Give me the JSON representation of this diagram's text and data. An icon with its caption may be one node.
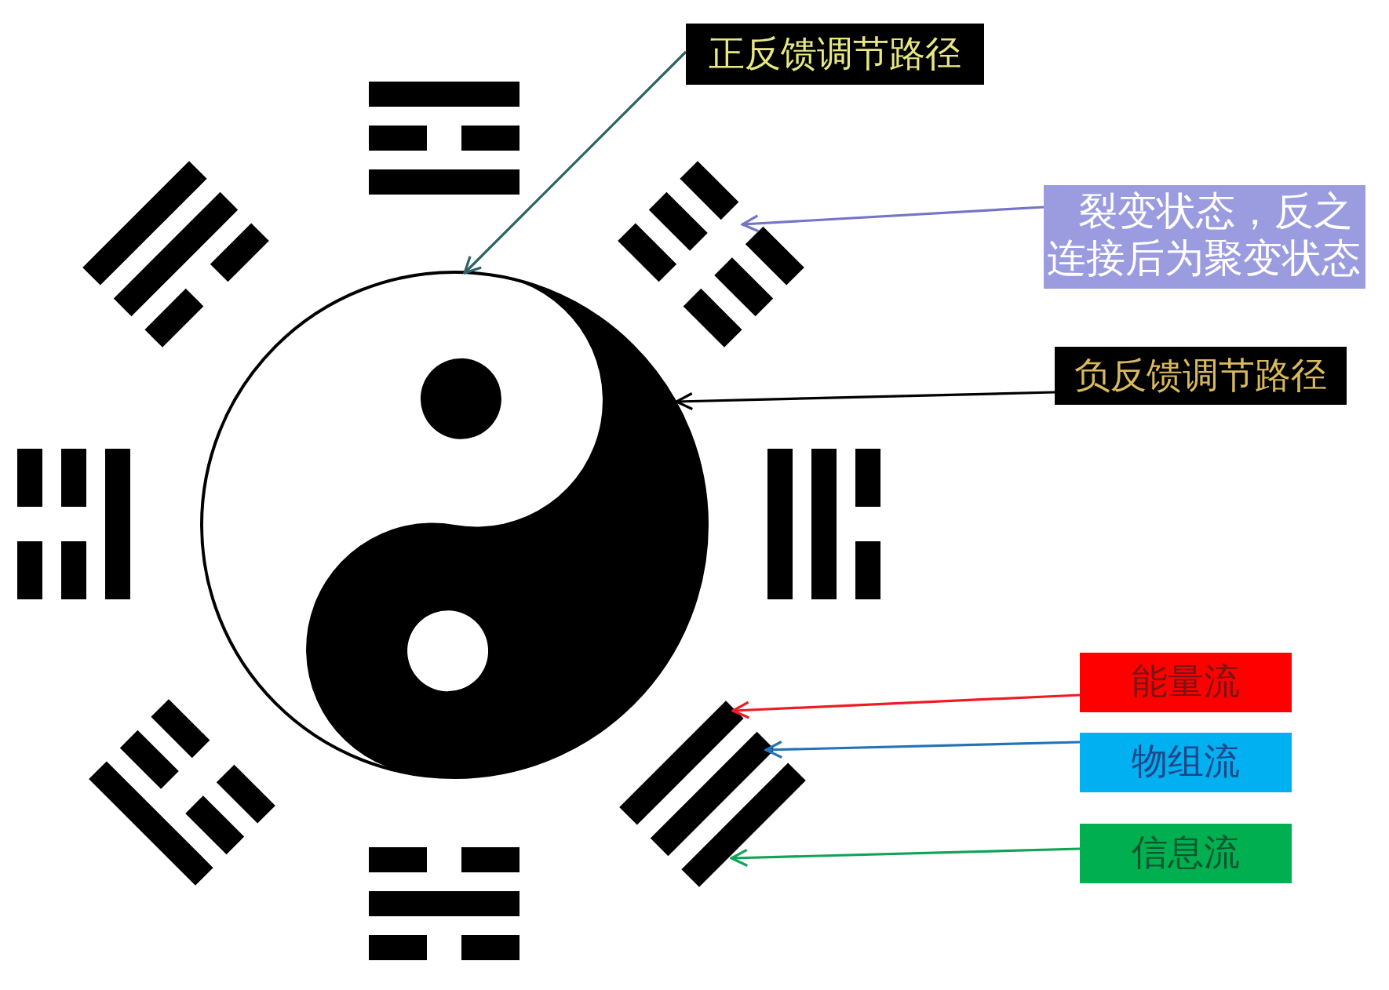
{
  "diagram": {
    "nodes": [
      {
        "text": [
          "正反馈调节路径"
        ]
      },
      {
        "text": [
          "裂变状态，反之连接后为聚变状态"
        ]
      },
      {
        "text": [
          "负反馈调节路径"
        ]
      },
      {
        "text": [
          "能量流"
        ]
      },
      {
        "text": [
          "物组流"
        ]
      },
      {
        "text": [
          "信息流"
        ]
      },
      {
        "text": [],
        "shape": "picture"
      },
      {
        "text": [],
        "shape": "picture"
      },
      {
        "text": [],
        "shape": "bar"
      },
      {
        "text": [],
        "shape": "bar"
      },
      {
        "text": [],
        "shape": "bar"
      }
    ],
    "edges": [
      {
        "from": 0,
        "to": 6,
        "arrow": "to",
        "color": "#2f6363"
      },
      {
        "from": 1,
        "to": 7,
        "arrow": "to",
        "color": "#7474c8"
      },
      {
        "from": 2,
        "to": 6,
        "arrow": "to",
        "color": "#000000"
      },
      {
        "from": 3,
        "to": 8,
        "arrow": "to",
        "color": "#ee1c24"
      },
      {
        "from": 4,
        "to": 9,
        "arrow": "to",
        "color": "#2473b8"
      },
      {
        "from": 5,
        "to": 10,
        "arrow": "to",
        "color": "#12a356"
      }
    ]
  }
}
